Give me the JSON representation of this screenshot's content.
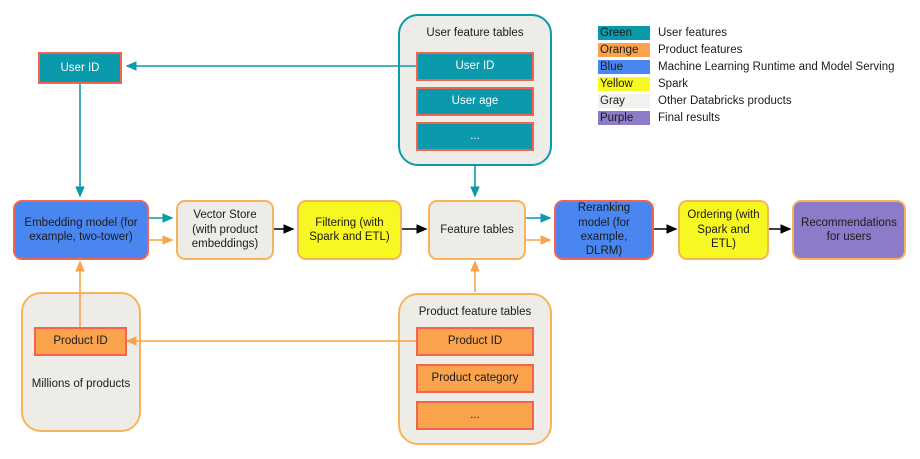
{
  "legend": {
    "rows": [
      {
        "key": "Green",
        "desc": "User features",
        "color": "#0b9aab"
      },
      {
        "key": "Orange",
        "desc": "Product features",
        "color": "#fba34c"
      },
      {
        "key": "Blue",
        "desc": "Machine Learning Runtime and Model Serving",
        "color": "#4a86f0"
      },
      {
        "key": "Yellow",
        "desc": "Spark",
        "color": "#f7f821"
      },
      {
        "key": "Gray",
        "desc": "Other Databricks products",
        "color": "#f2f1ee"
      },
      {
        "key": "Purple",
        "desc": "Final results",
        "color": "#8b7bc8"
      }
    ]
  },
  "groups": {
    "user_feature_tables": {
      "title": "User feature tables",
      "items": [
        "User ID",
        "User age",
        "..."
      ]
    },
    "product_feature_tables": {
      "title": "Product feature tables",
      "items": [
        "Product ID",
        "Product category",
        "..."
      ]
    },
    "millions_of_products": {
      "caption": "Millions of products",
      "item": "Product ID"
    }
  },
  "nodes": {
    "user_id": "User ID",
    "embedding_model": "Embedding model (for example, two-tower)",
    "vector_store": "Vector Store (with product embeddings)",
    "filtering": "Filtering (with Spark and ETL)",
    "feature_tables": "Feature tables",
    "reranking_model": "Reranking model (for example, DLRM)",
    "ordering": "Ordering (with Spark and ETL)",
    "recommendations": "Recommendations for users"
  },
  "colors": {
    "teal": "#0b9aab",
    "orange": "#fba34c",
    "blue": "#4a86f0",
    "yellow": "#f7f821",
    "gray": "#eeece7",
    "purple": "#8b7bc8",
    "border_red": "#f4634f",
    "border_orange": "#f7b45c",
    "arrow_black": "#000000"
  }
}
